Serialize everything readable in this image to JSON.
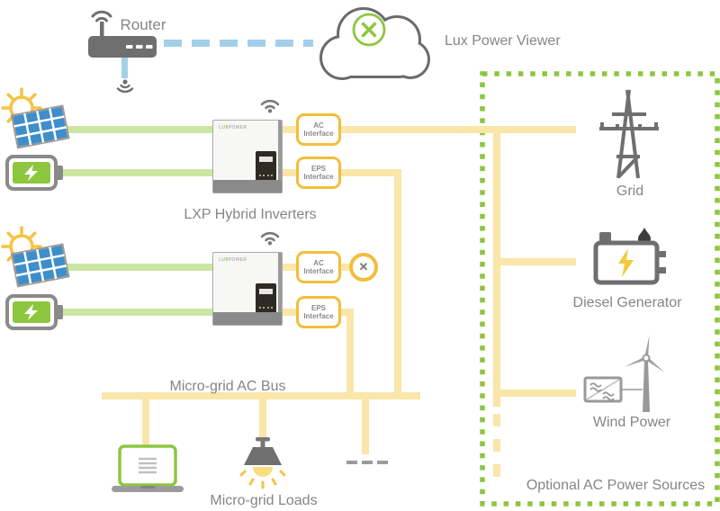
{
  "diagram": {
    "router_label": "Router",
    "cloud_label": "Lux Power Viewer",
    "inverters_label": "LXP Hybrid Inverters",
    "ac_bus_label": "Micro-grid AC Bus",
    "loads_label": "Micro-grid Loads",
    "optional_box_label": "Optional AC Power Sources",
    "sources": {
      "grid": "Grid",
      "diesel": "Diesel Generator",
      "wind": "Wind Power"
    },
    "badges": {
      "ac": {
        "line1": "AC",
        "line2": "Interface"
      },
      "eps": {
        "line1": "EPS",
        "line2": "Interface"
      }
    },
    "brand": {
      "prefix": "LU",
      "logo": "X",
      "suffix": "POWER"
    },
    "disconnect_icon": "✕"
  },
  "colors": {
    "yellow_line": "#F9E6A8",
    "yellow_accent": "#F2BE3A",
    "green_line": "#CBE6A3",
    "green_accent": "#8DC63F",
    "blue_link": "#A3CFEA",
    "icon_gray": "#6F6F6F",
    "text_gray": "#858585",
    "panel_blue": "#3E8ECC",
    "bolt_yellow": "#F5C93B"
  }
}
